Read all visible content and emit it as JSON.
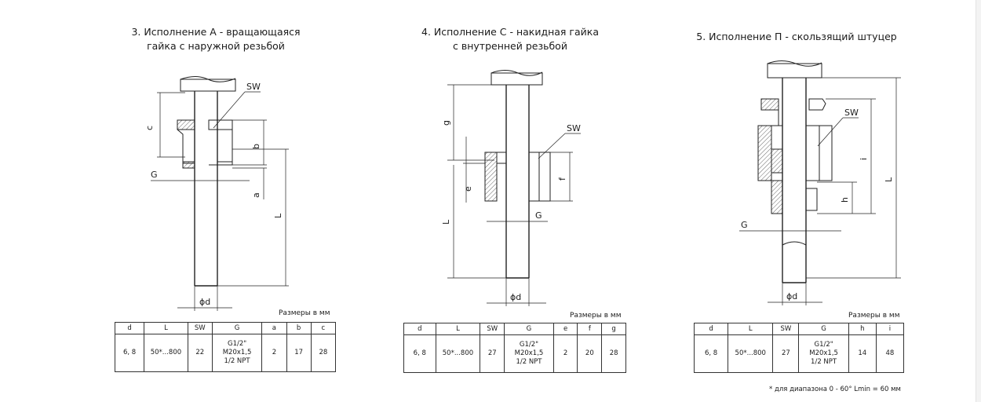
{
  "panels": {
    "a": {
      "title_line1": "3. Исполнение А - вращающаяся",
      "title_line2": "гайка с наружной резьбой",
      "labels": {
        "sw": "SW",
        "c": "c",
        "b": "b",
        "g": "G",
        "a": "a",
        "l": "L",
        "d": "ϕd"
      },
      "units": "Размеры в мм",
      "table": {
        "headers": [
          "d",
          "L",
          "SW",
          "G",
          "a",
          "b",
          "c"
        ],
        "row": [
          "6, 8",
          "50*...800",
          "22",
          "G1/2\"\nM20x1,5\n1/2 NPT",
          "2",
          "17",
          "28"
        ]
      }
    },
    "c": {
      "title_line1": "4. Исполнение С - накидная гайка",
      "title_line2": "с внутренней резьбой",
      "labels": {
        "sw": "SW",
        "g_small": "g",
        "e": "e",
        "f": "f",
        "l": "L",
        "g": "G",
        "d": "ϕd"
      },
      "units": "Размеры в мм",
      "table": {
        "headers": [
          "d",
          "L",
          "SW",
          "G",
          "e",
          "f",
          "g"
        ],
        "row": [
          "6, 8",
          "50*...800",
          "27",
          "G1/2\"\nM20x1,5\n1/2 NPT",
          "2",
          "20",
          "28"
        ]
      }
    },
    "p": {
      "title_line1": "5. Исполнение П - скользящий штуцер",
      "labels": {
        "sw": "SW",
        "i": "i",
        "h": "h",
        "l": "L",
        "g": "G",
        "d": "ϕd"
      },
      "units": "Размеры в мм",
      "table": {
        "headers": [
          "d",
          "L",
          "SW",
          "G",
          "h",
          "i"
        ],
        "row": [
          "6, 8",
          "50*...800",
          "27",
          "G1/2\"\nM20x1,5\n1/2 NPT",
          "14",
          "48"
        ]
      },
      "footnote": "* для диапазона 0 - 60° Lmin = 60 мм"
    }
  }
}
